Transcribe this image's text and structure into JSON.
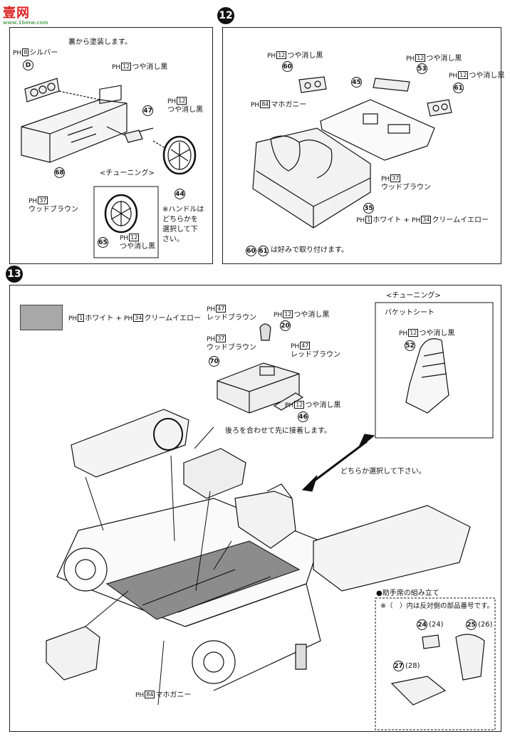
{
  "watermark": {
    "brand": "壹网",
    "url": "www.1bmw.com"
  },
  "step12": {
    "number": "12",
    "left": {
      "note_back_paint": "裏から塗装します。",
      "silver_code": "8",
      "silver_label": "シルバー",
      "part_d": "D",
      "black1_code": "12",
      "black1_label": "つや消し黒",
      "black2_code": "12",
      "black2_label": "つや消し黒",
      "part_47": "47",
      "part_68": "68",
      "part_44": "44",
      "part_65": "65",
      "wood_code": "37",
      "wood_label": "ウッドブラウン",
      "tuning_title": "<チューニング>",
      "tuning_black_code": "12",
      "tuning_black_label": "つや消し黒",
      "handle_note": "※ハンドルは\nどちらかを\n選択して下\nさい。"
    },
    "right": {
      "part_60": "60",
      "part_53": "53",
      "part_61": "61",
      "part_45": "45",
      "part_35": "35",
      "b60_code": "12",
      "b60_label": "つや消し黒",
      "b53_code": "12",
      "b53_label": "つや消し黒",
      "b61_code": "12",
      "b61_label": "つや消し黒",
      "mahog_code": "84",
      "mahog_label": "マホガニー",
      "wood_code": "37",
      "wood_label": "ウッドブラウン",
      "white_code": "1",
      "white_label": "ホワイト",
      "cream_code": "34",
      "cream_label": "クリームイエロー",
      "footnote_a": "60",
      "footnote_b": "61",
      "footnote_text": "は好みで取り付けます。"
    }
  },
  "step13": {
    "number": "13",
    "swatch": {
      "color": "#a8a8a8",
      "white_code": "1",
      "white_label": "ホワイト",
      "cream_code": "34",
      "cream_label": "クリームイエロー"
    },
    "console": {
      "red_code": "47",
      "red_label": "レッドブラウン",
      "black_code": "12",
      "black_label": "つや消し黒",
      "part_20": "20",
      "wood_code": "37",
      "wood_label": "ウッドブラウン",
      "red2_code": "47",
      "red2_label": "レッドブラウン",
      "part_70": "70",
      "black2_code": "12",
      "black2_label": "つや消し黒",
      "part_46": "46",
      "glue_note": "後ろを合わせて先に接着します。"
    },
    "tuning": {
      "title": "<チューニング>",
      "subtitle": "バケットシート",
      "black_code": "12",
      "black_label": "つや消し黒",
      "part_52": "52"
    },
    "choose_note": "どちらか選択して下さい。",
    "passenger": {
      "title": "●助手席の組み立て",
      "note": "※（　）内は反対側の部品番号です。",
      "p24": "24",
      "p24b": "(24)",
      "p25": "25",
      "p25b": "(26)",
      "p27": "27",
      "p27b": "(28)"
    },
    "floor_code": "84",
    "floor_label": "マホガニー"
  }
}
